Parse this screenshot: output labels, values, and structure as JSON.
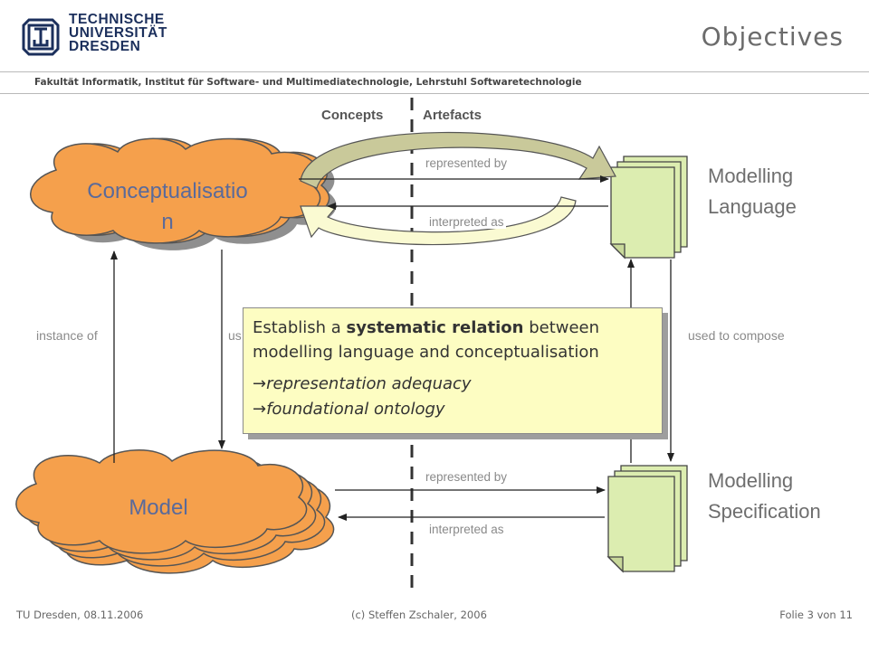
{
  "header": {
    "logo_lines": [
      "TECHNISCHE",
      "UNIVERSITÄT",
      "DRESDEN"
    ],
    "title": "Objectives",
    "subtitle": "Fakultät Informatik, Institut für Software- und Multimediatechnologie, Lehrstuhl Softwaretechnologie"
  },
  "columns": {
    "left": "Concepts",
    "right": "Artefacts"
  },
  "nodes": {
    "conceptualisation": {
      "line1": "Conceptualisatio",
      "line2": "n"
    },
    "model": "Model",
    "modelling_language": {
      "line1": "Modelling",
      "line2": "Language"
    },
    "modelling_specification": {
      "line1": "Modelling",
      "line2": "Specification"
    }
  },
  "relations": {
    "top_represented_by": "represented by",
    "top_interpreted_as": "interpreted as",
    "bottom_represented_by": "represented by",
    "bottom_interpreted_as": "interpreted as",
    "instance_of": "instance of",
    "used_left_partial": "us",
    "used_to_compose": "used to compose"
  },
  "callout": {
    "text_pre": "Establish a ",
    "text_bold": "systematic relation",
    "text_post": " between",
    "line2": "modelling language and conceptualisation",
    "items": [
      "representation adequacy",
      "foundational ontology"
    ],
    "arrow_glyph": "→"
  },
  "footer": {
    "left": "TU Dresden, 08.11.2006",
    "center": "(c) Steffen Zschaler, 2006",
    "right": "Folie 3 von 11"
  },
  "colors": {
    "cloud_fill": "#f5a04c",
    "doc_fill": "#dcedb0",
    "callout_fill": "#fdfdc2",
    "logo_blue": "#1b2f5c",
    "swoosh_dark": "#c9c99a",
    "swoosh_light": "#fafad2"
  }
}
